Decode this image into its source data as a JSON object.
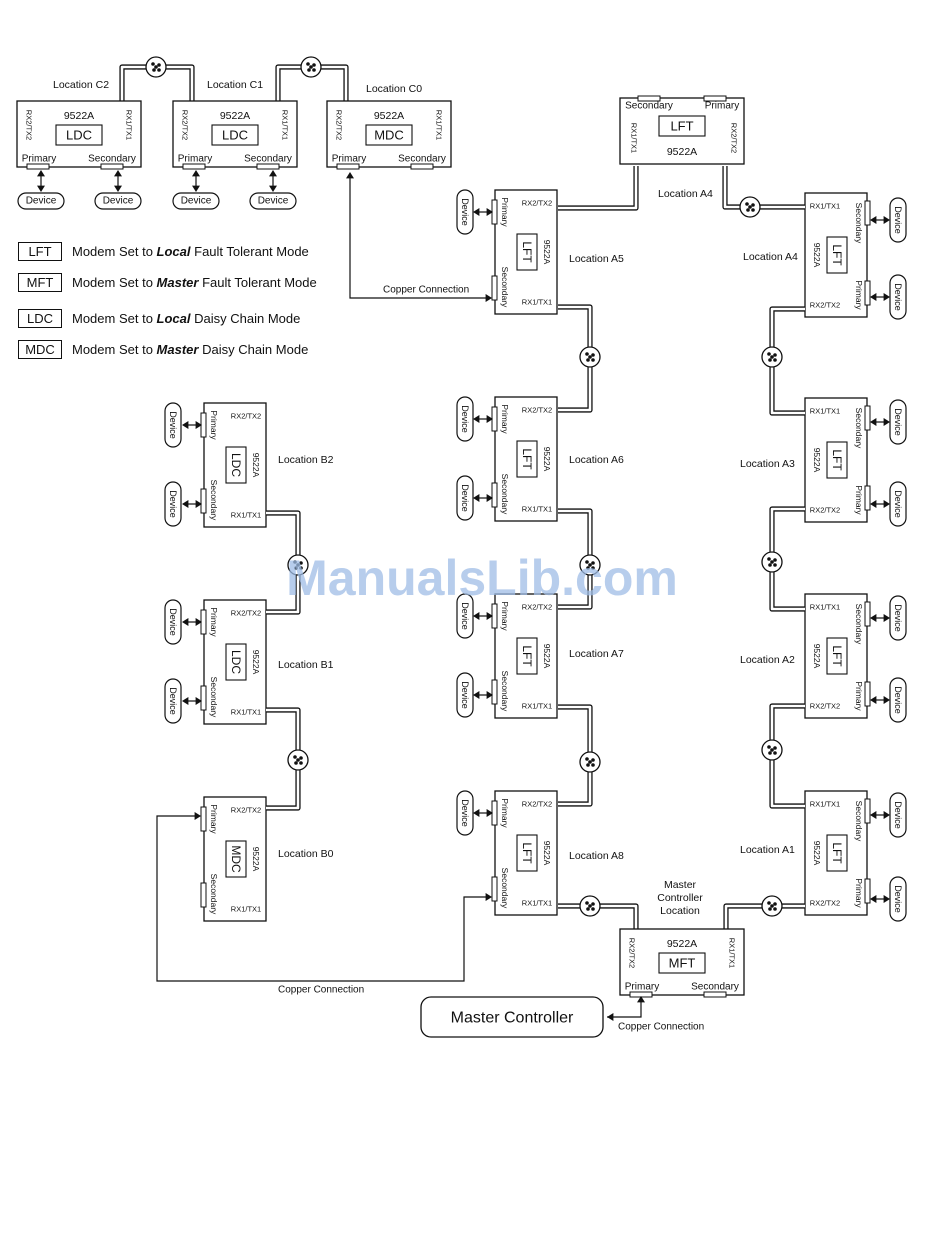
{
  "watermark": "ManualsLib.com",
  "modem_model": "9522A",
  "ports": {
    "rx2tx2": "RX2/TX2",
    "rx1tx1": "RX1/TX1",
    "primary": "Primary",
    "secondary": "Secondary"
  },
  "device_label": "Device",
  "legend": [
    {
      "code": "LFT",
      "pre": "Modem Set to ",
      "em": "Local",
      "post": " Fault Tolerant Mode"
    },
    {
      "code": "MFT",
      "pre": "Modem Set to ",
      "em": "Master",
      "post": " Fault Tolerant Mode"
    },
    {
      "code": "LDC",
      "pre": "Modem Set to ",
      "em": "Local",
      "post": " Daisy Chain Mode"
    },
    {
      "code": "MDC",
      "pre": "Modem Set to ",
      "em": "Master",
      "post": " Daisy Chain Mode"
    }
  ],
  "modems": [
    {
      "id": "C2",
      "location": "Location C2",
      "mode": "LDC"
    },
    {
      "id": "C1",
      "location": "Location C1",
      "mode": "LDC"
    },
    {
      "id": "C0",
      "location": "Location C0",
      "mode": "MDC"
    },
    {
      "id": "A4top",
      "location": "Location A4",
      "mode": "LFT"
    },
    {
      "id": "A5",
      "location": "Location A5",
      "mode": "LFT"
    },
    {
      "id": "A6",
      "location": "Location A6",
      "mode": "LFT"
    },
    {
      "id": "A7",
      "location": "Location A7",
      "mode": "LFT"
    },
    {
      "id": "A8",
      "location": "Location A8",
      "mode": "LFT"
    },
    {
      "id": "A4",
      "location": "Location A4",
      "mode": "LFT"
    },
    {
      "id": "A3",
      "location": "Location A3",
      "mode": "LFT"
    },
    {
      "id": "A2",
      "location": "Location A2",
      "mode": "LFT"
    },
    {
      "id": "A1",
      "location": "Location A1",
      "mode": "LFT"
    },
    {
      "id": "B2",
      "location": "Location B2",
      "mode": "LDC"
    },
    {
      "id": "B1",
      "location": "Location B1",
      "mode": "LDC"
    },
    {
      "id": "B0",
      "location": "Location B0",
      "mode": "MDC"
    },
    {
      "id": "M",
      "location": "Master Controller Location",
      "mode": "MFT"
    }
  ],
  "master_controller": "Master Controller",
  "master_location_lines": [
    "Master",
    "Controller",
    "Location"
  ],
  "copper_connection": "Copper Connection"
}
